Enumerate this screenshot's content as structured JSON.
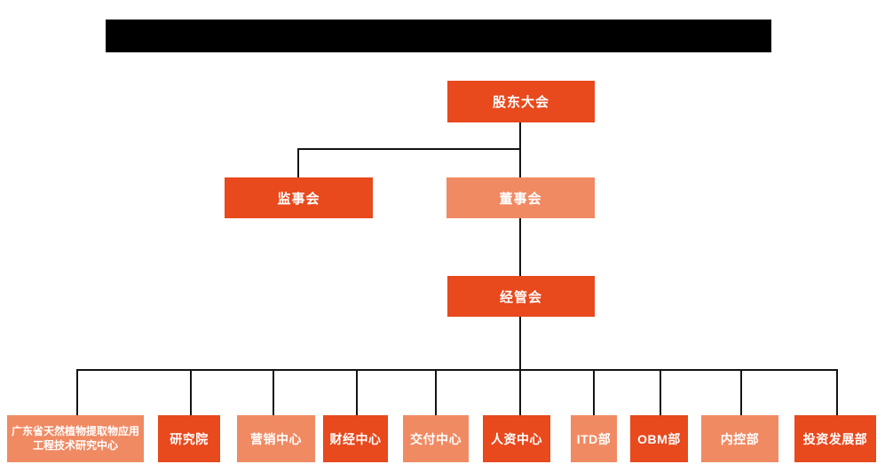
{
  "colors": {
    "primary": "#E8491D",
    "secondary": "#F08A63",
    "connector": "#141414",
    "node_text": "#FFFFFF",
    "background": "#FFFFFF",
    "redaction": "#000000"
  },
  "org": {
    "title_redacted": true,
    "root": {
      "label": "股东大会",
      "variant": "primary"
    },
    "supervisory": {
      "label": "监事会",
      "variant": "primary"
    },
    "board": {
      "label": "董事会",
      "variant": "secondary"
    },
    "management": {
      "label": "经管会",
      "variant": "primary"
    },
    "departments": [
      {
        "label": "广东省天然植物提取物应用工程技术研究中心",
        "variant": "secondary"
      },
      {
        "label": "研究院",
        "variant": "primary"
      },
      {
        "label": "营销中心",
        "variant": "secondary"
      },
      {
        "label": "财经中心",
        "variant": "primary"
      },
      {
        "label": "交付中心",
        "variant": "secondary"
      },
      {
        "label": "人资中心",
        "variant": "primary"
      },
      {
        "label": "ITD部",
        "variant": "secondary"
      },
      {
        "label": "OBM部",
        "variant": "primary"
      },
      {
        "label": "内控部",
        "variant": "secondary"
      },
      {
        "label": "投资发展部",
        "variant": "primary"
      }
    ],
    "hierarchy": {
      "股东大会": [
        "监事会",
        "董事会"
      ],
      "董事会": [
        "经管会"
      ],
      "经管会": [
        "广东省天然植物提取物应用工程技术研究中心",
        "研究院",
        "营销中心",
        "财经中心",
        "交付中心",
        "人资中心",
        "ITD部",
        "OBM部",
        "内控部",
        "投资发展部"
      ]
    }
  }
}
